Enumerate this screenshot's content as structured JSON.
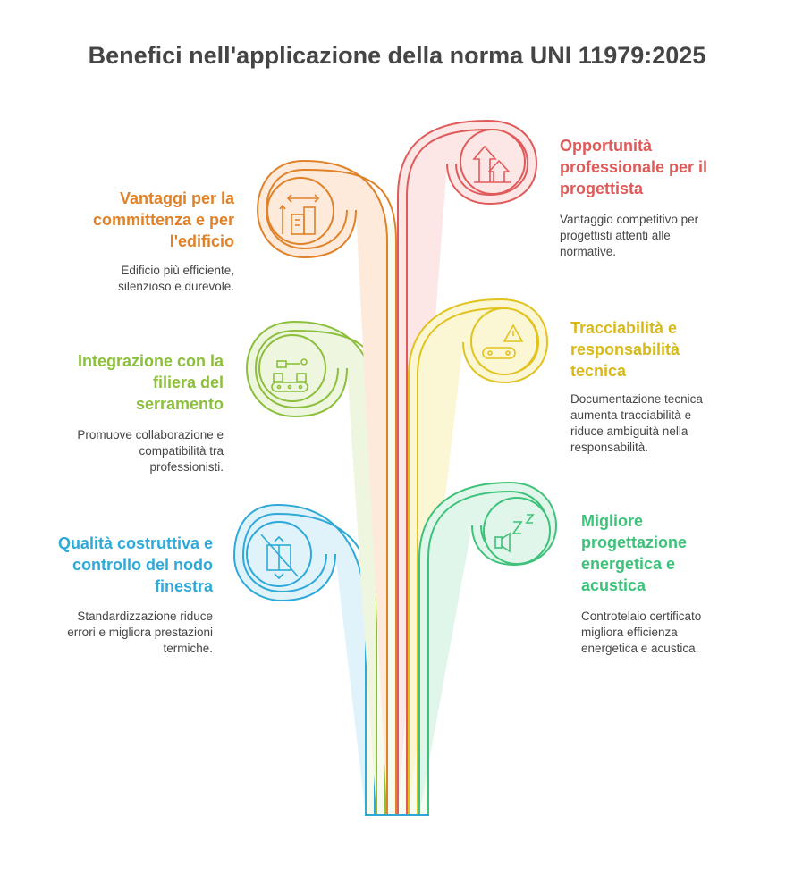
{
  "title": "Benefici nell'applicazione della norma UNI 11979:2025",
  "branches": [
    {
      "key": "opportunita",
      "color": "#e05a5a",
      "fill": "#fde6e6",
      "icon": "growth-arrows-icon",
      "heading": [
        "Opportunità",
        "professionale per il",
        "progettista"
      ],
      "description": [
        "Vantaggio competitivo per",
        "progettisti attenti alle",
        "normative."
      ]
    },
    {
      "key": "vantaggi",
      "color": "#e0822a",
      "fill": "#fdeadb",
      "icon": "building-measure-icon",
      "heading": [
        "Vantaggi per la",
        "committenza e per",
        "l'edificio"
      ],
      "description": [
        "Edificio più efficiente,",
        "silenzioso e durevole."
      ]
    },
    {
      "key": "tracciabilita",
      "color": "#e2c21f",
      "fill": "#fbf6d4",
      "icon": "warning-conveyor-icon",
      "heading": [
        "Tracciabilità e",
        "responsabilità",
        "tecnica"
      ],
      "description": [
        "Documentazione tecnica",
        "aumenta tracciabilità e",
        "riduce ambiguità nella",
        "responsabilità."
      ]
    },
    {
      "key": "integrazione",
      "color": "#8bbf3c",
      "fill": "#eef6df",
      "icon": "assembly-line-icon",
      "heading": [
        "Integrazione con la",
        "filiera del",
        "serramento"
      ],
      "description": [
        "Promuove collaborazione e",
        "compatibilità tra",
        "professionisti."
      ]
    },
    {
      "key": "qualita",
      "color": "#2fa9d8",
      "fill": "#e0f2fa",
      "icon": "window-node-icon",
      "heading": [
        "Qualità costruttiva e",
        "controllo del nodo",
        "finestra"
      ],
      "description": [
        "Standardizzazione riduce",
        "errori e migliora prestazioni",
        "termiche."
      ]
    },
    {
      "key": "energetica",
      "color": "#3ec27a",
      "fill": "#e1f6ea",
      "icon": "quiet-sound-icon",
      "heading": [
        "Migliore",
        "progettazione",
        "energetica e",
        "acustica"
      ],
      "description": [
        "Controtelaio certificato",
        "migliora efficienza",
        "energetica e acustica."
      ]
    }
  ]
}
